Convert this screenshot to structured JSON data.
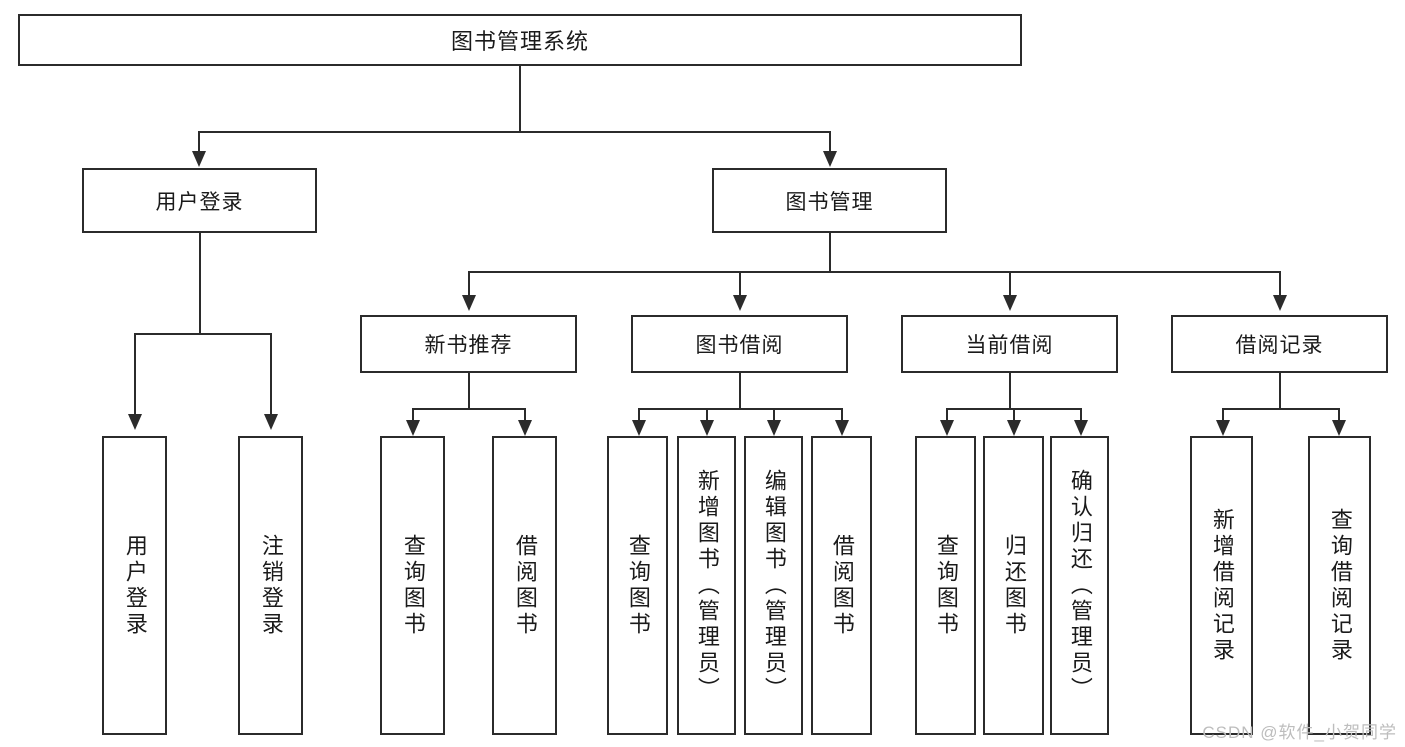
{
  "diagram": {
    "title": "图书管理系统",
    "type": "tree",
    "root": {
      "label": "图书管理系统"
    },
    "level2": [
      {
        "label": "用户登录"
      },
      {
        "label": "图书管理"
      }
    ],
    "level3": [
      {
        "label": "新书推荐"
      },
      {
        "label": "图书借阅"
      },
      {
        "label": "当前借阅"
      },
      {
        "label": "借阅记录"
      }
    ],
    "leaves": {
      "user_login": [
        {
          "label": "用户登录"
        },
        {
          "label": "注销登录"
        }
      ],
      "new_book_recommend": [
        {
          "label": "查询图书"
        },
        {
          "label": "借阅图书"
        }
      ],
      "book_borrow": [
        {
          "label": "查询图书"
        },
        {
          "label": "新增图书（管理员）"
        },
        {
          "label": "编辑图书（管理员）"
        },
        {
          "label": "借阅图书"
        }
      ],
      "current_borrow": [
        {
          "label": "查询图书"
        },
        {
          "label": "归还图书"
        },
        {
          "label": "确认归还（管理员）"
        }
      ],
      "borrow_record": [
        {
          "label": "新增借阅记录"
        },
        {
          "label": "查询借阅记录"
        }
      ]
    }
  },
  "watermark": {
    "text": "CSDN @软件_小贺同学"
  },
  "colors": {
    "stroke": "#2b2b2b",
    "text": "#1a1a1a",
    "background": "#ffffff",
    "watermark": "#bdbdbd"
  }
}
